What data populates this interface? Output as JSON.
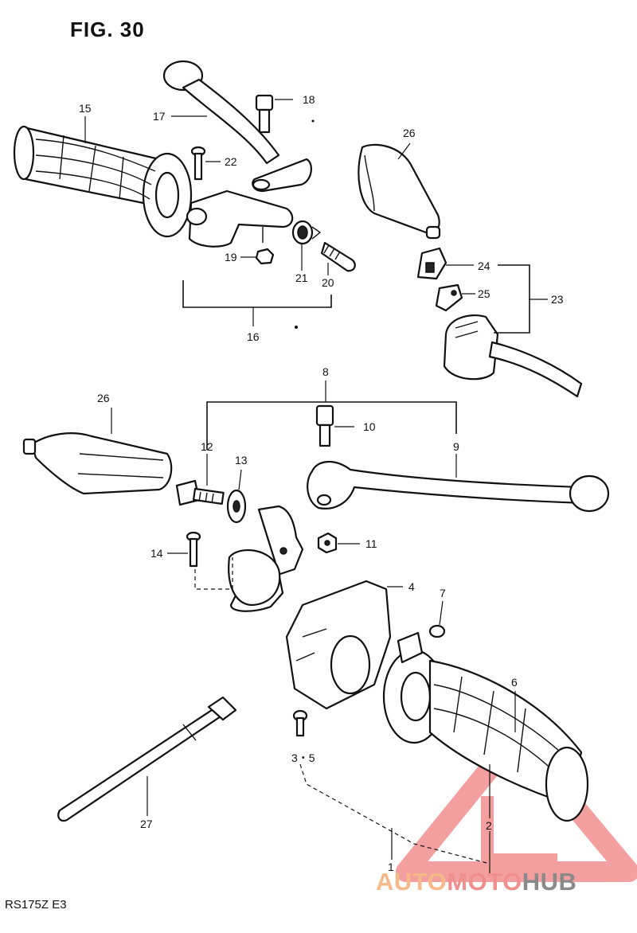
{
  "figure": {
    "title": "FIG. 30",
    "model": "RS175Z  E3"
  },
  "callouts": [
    {
      "id": "c15",
      "text": "15"
    },
    {
      "id": "c17",
      "text": "17"
    },
    {
      "id": "c18",
      "text": "18"
    },
    {
      "id": "c22",
      "text": "22"
    },
    {
      "id": "c26a",
      "text": "26"
    },
    {
      "id": "c19",
      "text": "19"
    },
    {
      "id": "c21",
      "text": "21"
    },
    {
      "id": "c20",
      "text": "20"
    },
    {
      "id": "c16",
      "text": "16"
    },
    {
      "id": "c24",
      "text": "24"
    },
    {
      "id": "c25",
      "text": "25"
    },
    {
      "id": "c23",
      "text": "23"
    },
    {
      "id": "c8",
      "text": "8"
    },
    {
      "id": "c10",
      "text": "10"
    },
    {
      "id": "c26b",
      "text": "26"
    },
    {
      "id": "c12",
      "text": "12"
    },
    {
      "id": "c13",
      "text": "13"
    },
    {
      "id": "c9",
      "text": "9"
    },
    {
      "id": "c14",
      "text": "14"
    },
    {
      "id": "c11",
      "text": "11"
    },
    {
      "id": "c4",
      "text": "4"
    },
    {
      "id": "c7",
      "text": "7"
    },
    {
      "id": "c6",
      "text": "6"
    },
    {
      "id": "c35",
      "text": "3・5"
    },
    {
      "id": "c27",
      "text": "27"
    },
    {
      "id": "c2",
      "text": "2"
    },
    {
      "id": "c1",
      "text": "1"
    }
  ],
  "watermark": {
    "part1": "AUTO",
    "part2": "MOTO",
    "part3": "HUB",
    "colors": {
      "orange": "#f6b98a",
      "red": "#f18f8c",
      "gray": "#8a8a8a"
    }
  }
}
